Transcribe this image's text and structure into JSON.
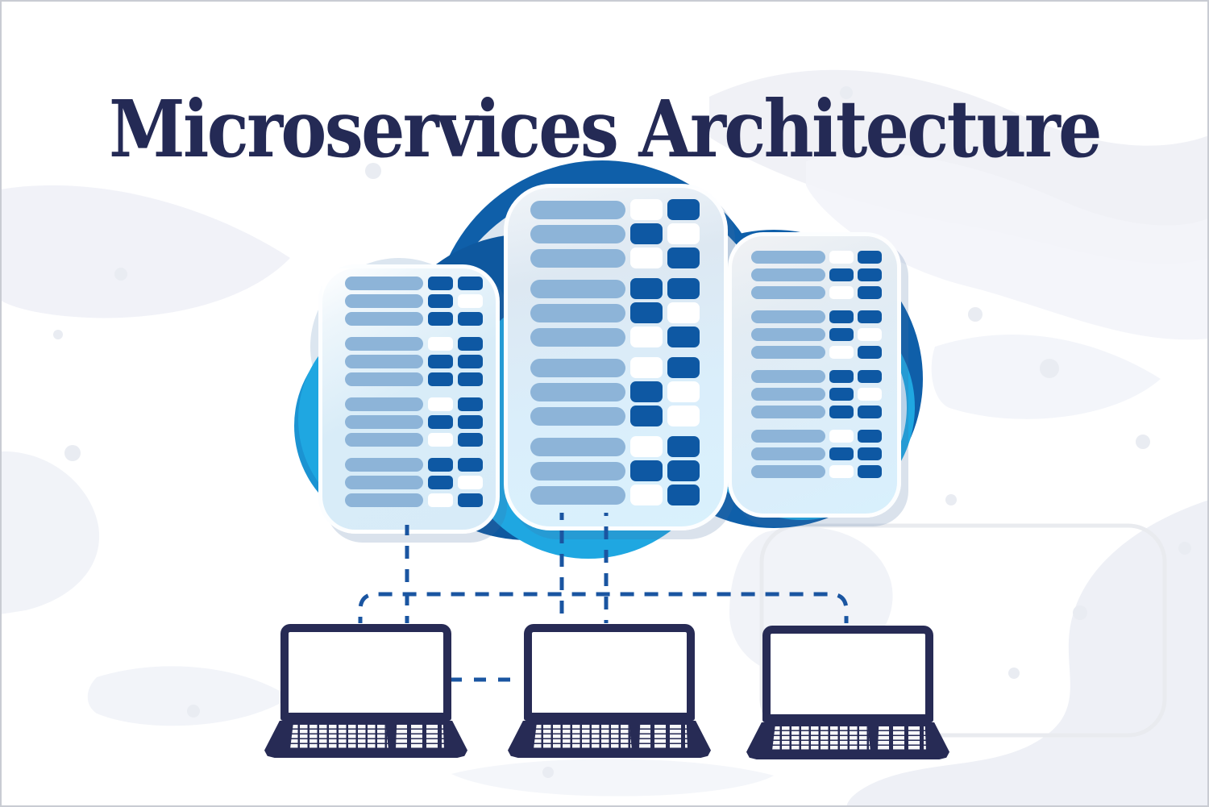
{
  "title": {
    "text": "Microservices Architecture"
  },
  "colors": {
    "title_navy": "#242a55",
    "laptop_navy": "#272b55",
    "cloud_dark_blue": "#0f5fa9",
    "cloud_bright_blue": "#1fa7e1",
    "cloud_pale_blue_gray": "#dbe5ef",
    "rack_panel_blue": "#d9eefb",
    "server_bar_blue": "#8db4d8",
    "indicator_dark": "#0e58a3",
    "indicator_white": "#ffffff",
    "dashed_line_blue": "#1a55a1",
    "background": "#ffffff"
  },
  "cloud": {
    "racks": [
      {
        "id": "left",
        "rows": [
          "DD",
          "DW",
          "DD",
          "WD",
          "DD",
          "DD",
          "WD",
          "DD",
          "WD",
          "DD",
          "DW",
          "WD"
        ]
      },
      {
        "id": "middle",
        "rows": [
          "WD",
          "DW",
          "WD",
          "DD",
          "DW",
          "WD",
          "WD",
          "DW",
          "DW",
          "WD",
          "DD",
          "WD"
        ]
      },
      {
        "id": "right",
        "rows": [
          "WD",
          "DD",
          "WD",
          "DD",
          "DW",
          "WD",
          "DD",
          "DW",
          "DD",
          "WD",
          "DD",
          "WD"
        ]
      }
    ],
    "legend": {
      "D": "dark indicator",
      "W": "white indicator"
    }
  },
  "laptops": [
    {
      "id": "laptop-1"
    },
    {
      "id": "laptop-2"
    },
    {
      "id": "laptop-3"
    }
  ],
  "connections": {
    "style": "dashed",
    "color": "#1a55a1"
  }
}
